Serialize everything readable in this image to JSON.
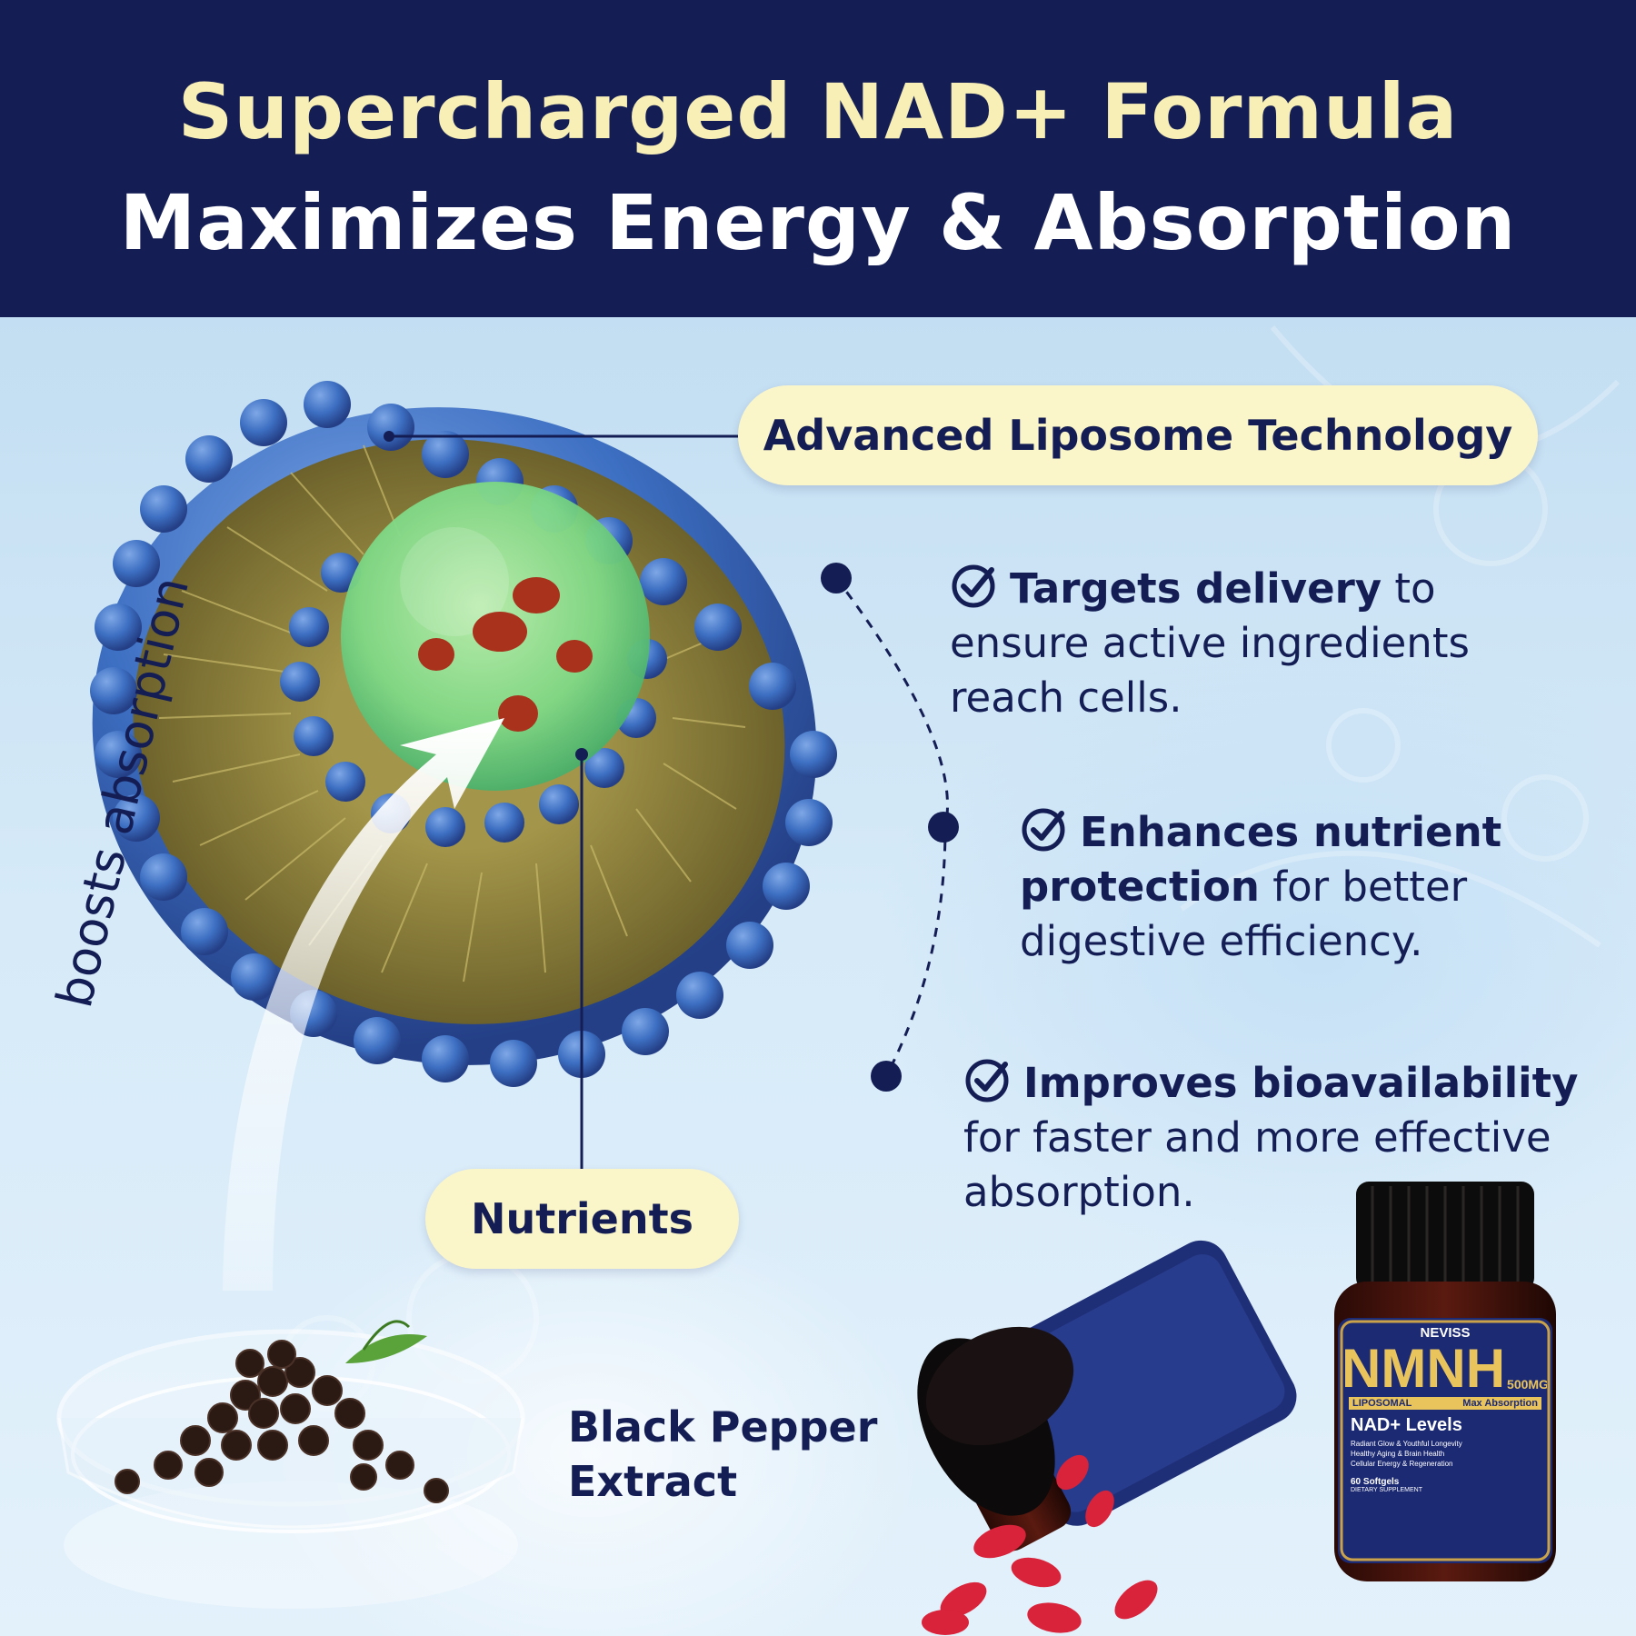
{
  "header": {
    "line1": "Supercharged NAD+ Formula",
    "line2": "Maximizes Energy & Absorption"
  },
  "labels": {
    "liposome": "Advanced Liposome Technology",
    "nutrients": "Nutrients",
    "boosts": "boosts absorption",
    "pepper_line1": "Black Pepper",
    "pepper_line2": "Extract"
  },
  "benefits": [
    {
      "bold": "Targets delivery",
      "rest1": " to",
      "rest2": "ensure active ingredients",
      "rest3": "reach cells."
    },
    {
      "bold": "Enhances nutrient",
      "bold2": "protection",
      "rest1": " for better",
      "rest2": "digestive efficiency."
    },
    {
      "bold": "Improves bioavailability",
      "rest1": "for faster and more effective",
      "rest2": "absorption."
    }
  ],
  "product": {
    "brand": "NEVISS",
    "name": "NMNH",
    "dose": "500MG",
    "line1": "LIPOSOMAL",
    "line1b": "Max Absorption",
    "line2": "NAD+ Levels",
    "bullets": [
      "Radiant Glow & Youthful Longevity",
      "Healthy Aging & Brain Health",
      "Cellular Energy & Regeneration"
    ],
    "count": "60 Softgels",
    "type": "DIETARY SUPPLEMENT"
  },
  "colors": {
    "navy": "#141e55",
    "cream": "#fbf6c9",
    "title_gold": "#f7efb5",
    "sphere_blue": "#3d6fc2",
    "tail_olive": "#8a7d3a",
    "core_green": "#7fd986"
  }
}
